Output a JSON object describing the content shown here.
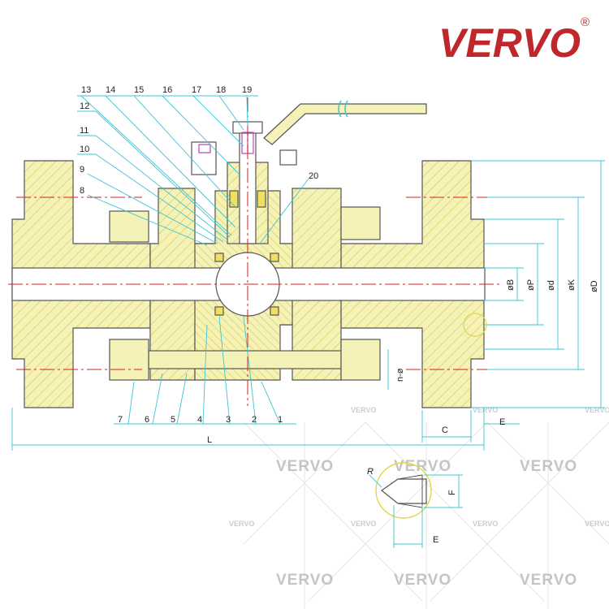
{
  "brand": {
    "name": "VERVO",
    "registered": "®",
    "color": "#c0272d"
  },
  "part_numbers_top": [
    "13",
    "14",
    "15",
    "16",
    "17",
    "18",
    "19"
  ],
  "part_numbers_left": [
    "12",
    "11",
    "10",
    "9",
    "8"
  ],
  "part_number_seat": "20",
  "part_numbers_bottom": [
    "7",
    "6",
    "5",
    "4",
    "3",
    "2",
    "1"
  ],
  "dimension_labels": {
    "diameter_b": "øB",
    "diameter_p": "øP",
    "diameter_d": "ød",
    "diameter_k": "øK",
    "diameter_outer": "øD",
    "bolt_holes": "n-ø",
    "length": "L",
    "thickness": "C",
    "raised_face": "E",
    "detail_e": "E",
    "detail_f": "F",
    "detail_r": "R"
  },
  "watermark": "VERVO",
  "colors": {
    "body_fill": "#f4f1b4",
    "hatch": "#d8c84a",
    "outline": "#555555",
    "centerline": "#d42020",
    "dimension": "#3cc4d4",
    "accent_part": "#c050c0"
  }
}
